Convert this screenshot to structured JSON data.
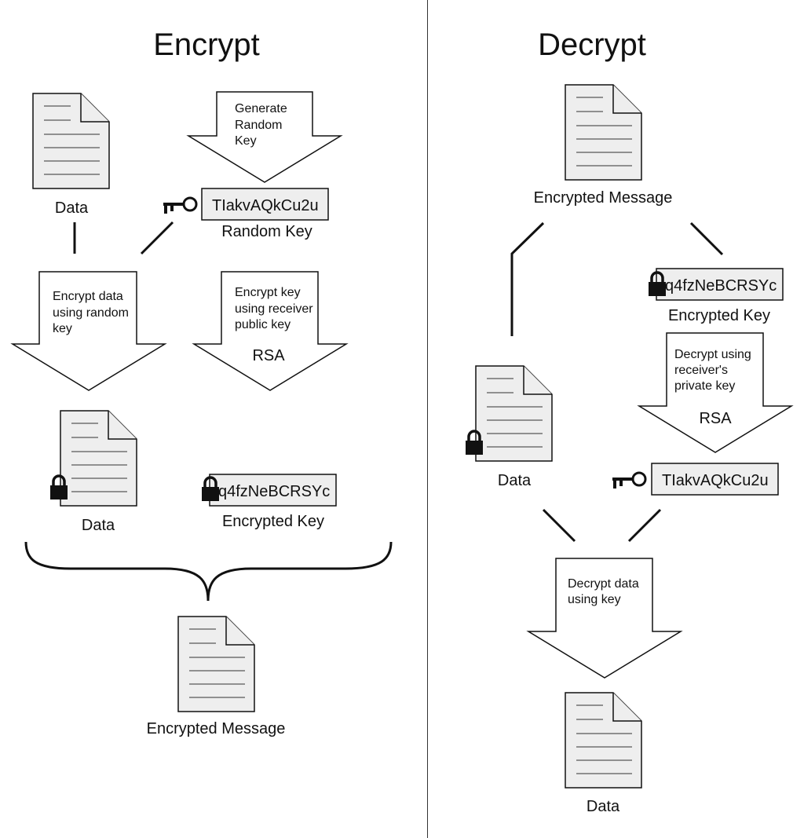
{
  "encrypt": {
    "title": "Encrypt",
    "generate_lines": [
      "Generate",
      "Random",
      "Key"
    ],
    "data_label": "Data",
    "random_key_value": "TIakvAQkCu2u",
    "random_key_label": "Random Key",
    "encrypt_data_lines": [
      "Encrypt data",
      "using random",
      "key"
    ],
    "encrypt_key_lines": [
      "Encrypt key",
      "using receiver",
      "public key"
    ],
    "rsa": "RSA",
    "encrypted_data_label": "Data",
    "encrypted_key_value": "q4fzNeBCRSYc",
    "encrypted_key_label": "Encrypted Key",
    "message_label": "Encrypted Message"
  },
  "decrypt": {
    "title": "Decrypt",
    "message_label": "Encrypted Message",
    "encrypted_key_value": "q4fzNeBCRSYc",
    "encrypted_key_label": "Encrypted Key",
    "decrypt_key_lines": [
      "Decrypt using",
      "receiver's",
      "private key"
    ],
    "rsa": "RSA",
    "encrypted_data_label": "Data",
    "random_key_value": "TIakvAQkCu2u",
    "decrypt_data_lines": [
      "Decrypt data",
      "using key"
    ],
    "data_label": "Data"
  }
}
